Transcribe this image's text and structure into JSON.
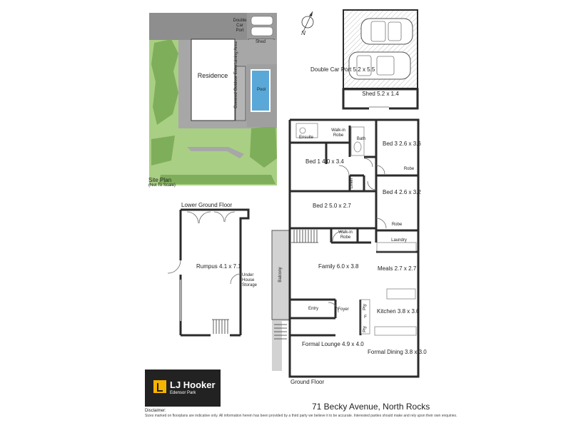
{
  "site_plan": {
    "title": "Site Plan",
    "subtitle": "(Not To Scale)",
    "residence": "Residence",
    "pool": "Pool",
    "entertaining": "Covered Outdoor Entertaining Area",
    "carport": "Double Car Port",
    "shed": "Shed"
  },
  "compass": {
    "label": "N"
  },
  "carport": {
    "name": "Double Car Port",
    "size": "5.2 x 5.5"
  },
  "shed": {
    "name": "Shed",
    "size": "5.2 x 1.4"
  },
  "lower_floor": {
    "title": "Lower Ground Floor",
    "rumpus": {
      "name": "Rumpus",
      "size": "4.1 x 7.1"
    },
    "storage": "Under House Storage"
  },
  "ground_floor": {
    "title": "Ground Floor",
    "rooms": {
      "ensuite": "Ensuite",
      "wir1": "Walk-in Robe",
      "bath": "Bath",
      "bed3": {
        "name": "Bed 3",
        "size": "2.6 x 3.6"
      },
      "bed1": {
        "name": "Bed 1",
        "size": "4.0 x 3.4"
      },
      "robe3": "Robe",
      "linen": "Linen",
      "bed4": {
        "name": "Bed 4",
        "size": "2.6 x 3.2"
      },
      "bed2": {
        "name": "Bed 2",
        "size": "5.0 x 2.7"
      },
      "robe4": "Robe",
      "wir2": "Walk-in Robe",
      "laundry": "Laundry",
      "family": {
        "name": "Family",
        "size": "6.0 x 3.8"
      },
      "meals": {
        "name": "Meals",
        "size": "2.7 x 2.7"
      },
      "balcony": "Balcony",
      "entry": "Entry",
      "foyer": "Foyer",
      "kitchen": {
        "name": "Kitchen",
        "size": "3.8 x 3.0"
      },
      "pty1": "Pty",
      "f": "F",
      "pty2": "Pty",
      "formal_lounge": {
        "name": "Formal Lounge",
        "size": "4.9 x 4.0"
      },
      "formal_dining": {
        "name": "Formal Dining",
        "size": "3.8 x 3.0"
      }
    }
  },
  "agency": {
    "brand": "LJ Hooker",
    "office": "Edensor Park"
  },
  "address": "71 Becky Avenue, North Rocks",
  "disclaimer": {
    "title": "Disclaimer:",
    "text": "Sizes marked on floorplans are indicative only. All information herein has been provided by a third party we believe it to be accurate. Interested parties should make and rely upon their own enquiries."
  },
  "colors": {
    "lawn": "#a9cf84",
    "lawn_dark": "#7fae5a",
    "paving": "#a7a7a7",
    "driveway": "#8e8e8e",
    "pool": "#5aa8d8",
    "wall": "#2b2b2b",
    "balcony": "#d2d2d2"
  }
}
